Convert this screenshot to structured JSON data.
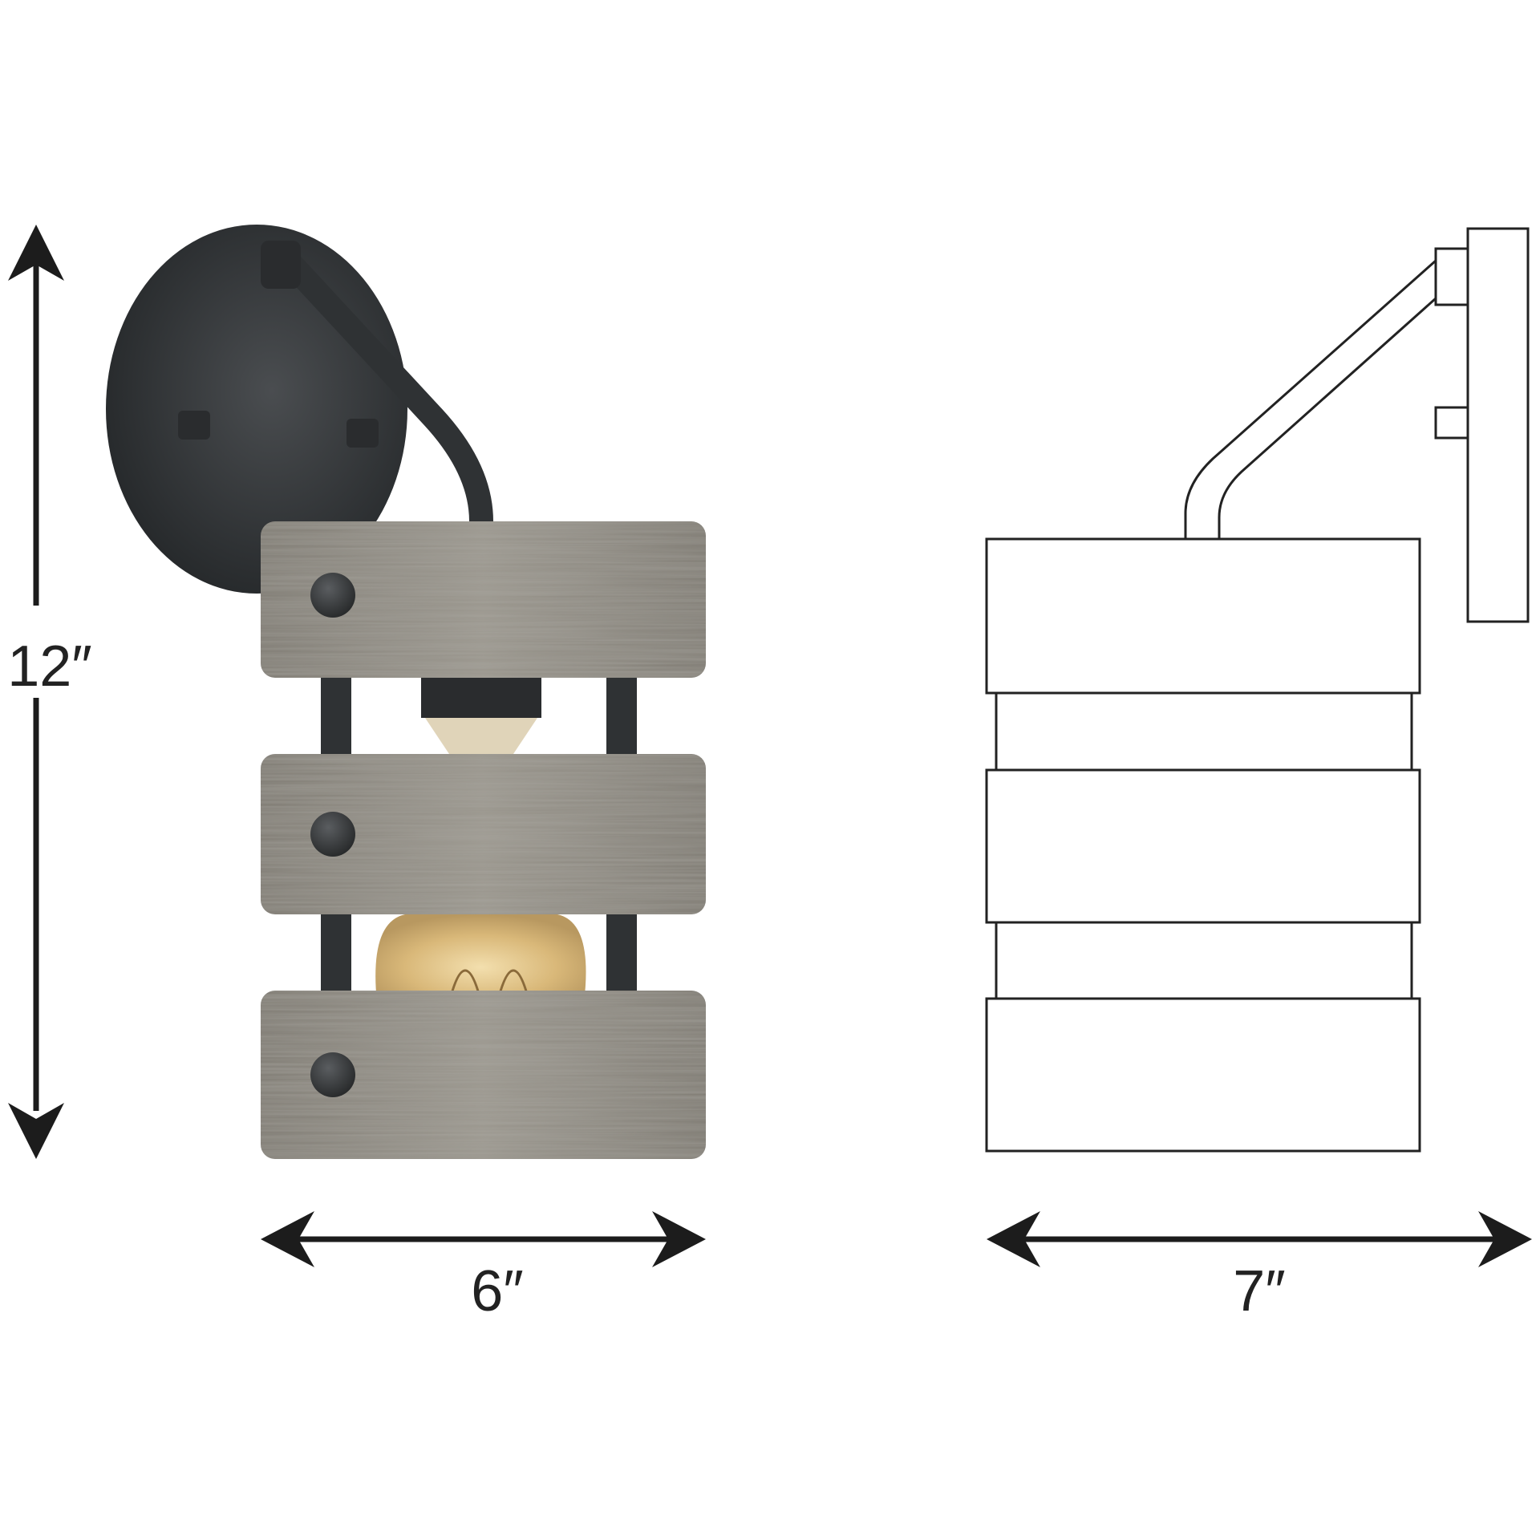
{
  "dimensions": {
    "height_label": "12″",
    "front_width_label": "6″",
    "side_depth_label": "7″"
  },
  "colors": {
    "arrow": "#1c1c1c",
    "metal": "#2f3234",
    "wood_base": "#8f8b83",
    "bulb_glow": "#e8c98a",
    "line_art": "#222222"
  }
}
